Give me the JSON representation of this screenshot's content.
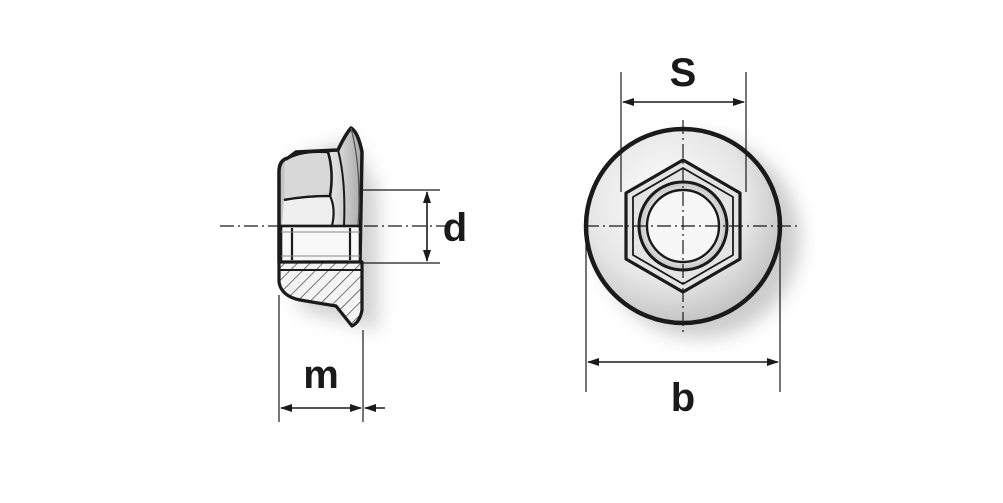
{
  "labels": {
    "bore_diameter": "d",
    "height": "m",
    "wrench_size": "S",
    "flange_diameter": "b"
  },
  "colors": {
    "outline": "#1a1a1a",
    "metal_light": "#f2f2f2",
    "metal_mid": "#d4d4d4",
    "metal_dark": "#9a9a9a",
    "shadow": "#c8c8c8",
    "hatch": "#333333"
  }
}
